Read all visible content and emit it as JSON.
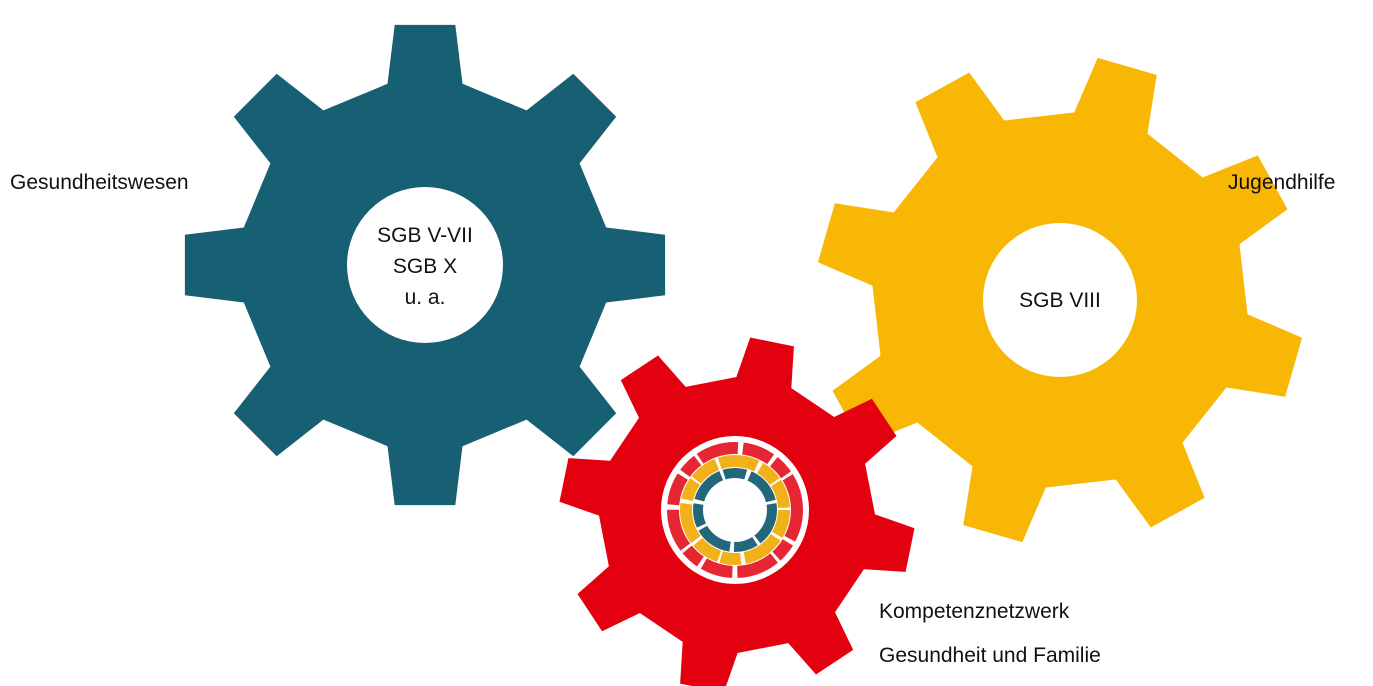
{
  "labels": {
    "left": "Gesundheitswesen",
    "right": "Jugendhilfe",
    "bottom_line1": "Kompetenznetzwerk",
    "bottom_line2": "Gesundheit und Familie"
  },
  "gears": {
    "health": {
      "hub_lines": [
        "SGB V-VII",
        "SGB X",
        "u. a."
      ],
      "color": "#175f73"
    },
    "youth": {
      "hub_lines": [
        "SGB VIII"
      ],
      "color": "#f8b705"
    },
    "network": {
      "color": "#e3000f",
      "logo_ring_colors": [
        "#e3000f",
        "#f2a900",
        "#175f73"
      ]
    }
  }
}
